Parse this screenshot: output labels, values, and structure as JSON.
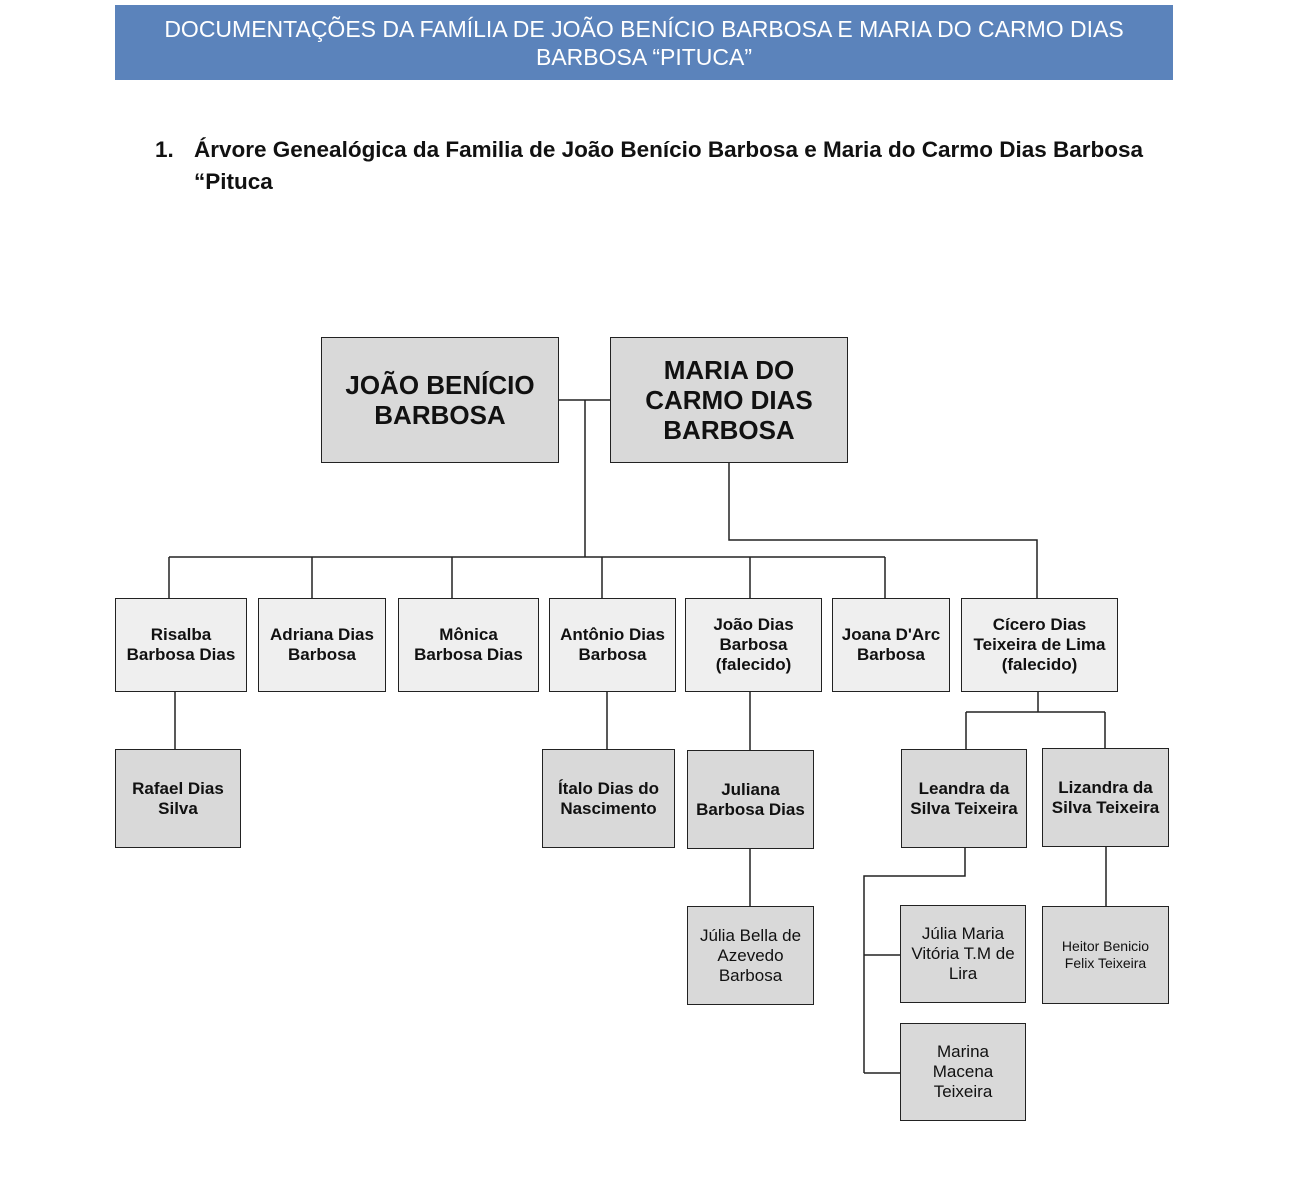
{
  "header": {
    "line1": "DOCUMENTAÇÕES DA FAMÍLIA DE JOÃO BENÍCIO BARBOSA E MARIA DO CARMO DIAS",
    "line2": "BARBOSA “PITUCA”"
  },
  "section": {
    "number": "1.",
    "title": "Árvore Genealógica da Familia de João Benício Barbosa e Maria do Carmo Dias Barbosa “Pituca"
  },
  "tree": {
    "parents": [
      "JOÃO BENÍCIO BARBOSA",
      "MARIA DO CARMO DIAS BARBOSA"
    ],
    "children": [
      "Risalba Barbosa Dias",
      "Adriana Dias Barbosa",
      "Mônica Barbosa Dias",
      "Antônio Dias Barbosa",
      "João Dias Barbosa (falecido)",
      "Joana D'Arc Barbosa",
      "Cícero Dias Teixeira de Lima (falecido)"
    ],
    "grandchildren": [
      "Rafael Dias Silva",
      "Ítalo Dias do Nascimento",
      "Juliana Barbosa Dias",
      "Leandra da Silva Teixeira",
      "Lizandra da Silva Teixeira"
    ],
    "great_grandchildren": [
      "Júlia Bella de Azevedo Barbosa",
      "Júlia Maria Vitória T.M de Lira",
      "Heitor Benicio Felix Teixeira",
      "Marina Macena Teixeira"
    ]
  }
}
